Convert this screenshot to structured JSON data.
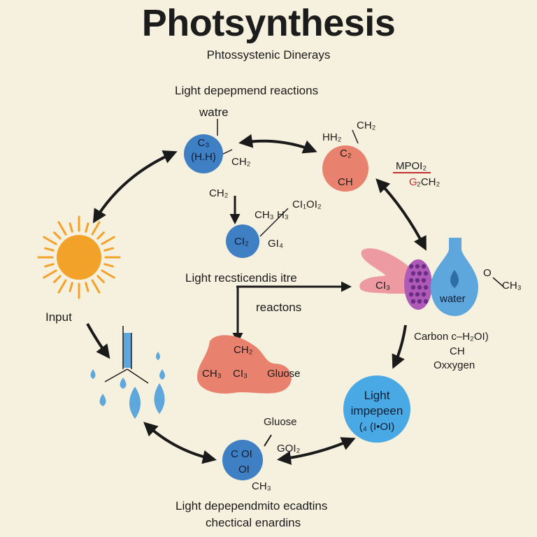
{
  "header": {
    "title": "Photsynthesis",
    "subtitle": "Phtossystenic Dinerays"
  },
  "labels": {
    "light_dependent_top": "Light depepmend reactions",
    "water_top": "watre",
    "node_top_left_1": "C₃",
    "node_top_left_2": "(H.H)",
    "ch2_a": "CH₂",
    "hh2": "HH₂",
    "ch2_b": "CH₂",
    "c2": "C₂",
    "ch_red": "CH",
    "mpoi2": "MPOI₂",
    "g2ch2_g": "G",
    "g2ch2_rest": "₂CH₂",
    "ch2_c": "CH₂",
    "ch3_h3": "CH₃  H₃",
    "cioi2": "CI₁OI₂",
    "ci2": "CI₂",
    "gi4": "GI₄",
    "light_reactions": "Light recsticendis itre",
    "reactions": "reactons",
    "ci3_right": "CI₃",
    "o_label": "O",
    "ch3_right": "CH₃",
    "water_drop": "water",
    "input": "Input",
    "carbon": "Carbon c–H₂OI)",
    "ch_right": "CH",
    "oxygen": "Oxxygen",
    "ch2_blob": "CH₂",
    "ch3_blob": "CH₃",
    "ci3_blob": "CI₃",
    "gluose_blob": "Gluose",
    "light_node_1": "Light",
    "light_node_2": "impepeen",
    "light_node_3": "(₄ (I•OI)",
    "gluose_bottom": "Gluose",
    "goi2": "GOI₂",
    "c_oi": "C OI",
    "oi_small": "OI",
    "ch3_bottom": "CH₃",
    "footer_1": "Light depependmito ecadtins",
    "footer_2": "chectical enardins"
  },
  "colors": {
    "background": "#f6f0de",
    "blue_node": "#3f7fc4",
    "red_node": "#e8826e",
    "sun": "#f2a229",
    "drop": "#5ea7dc",
    "pink": "#ee9aa3",
    "purple": "#b05ab8",
    "light_blue_node": "#48a9e4"
  }
}
